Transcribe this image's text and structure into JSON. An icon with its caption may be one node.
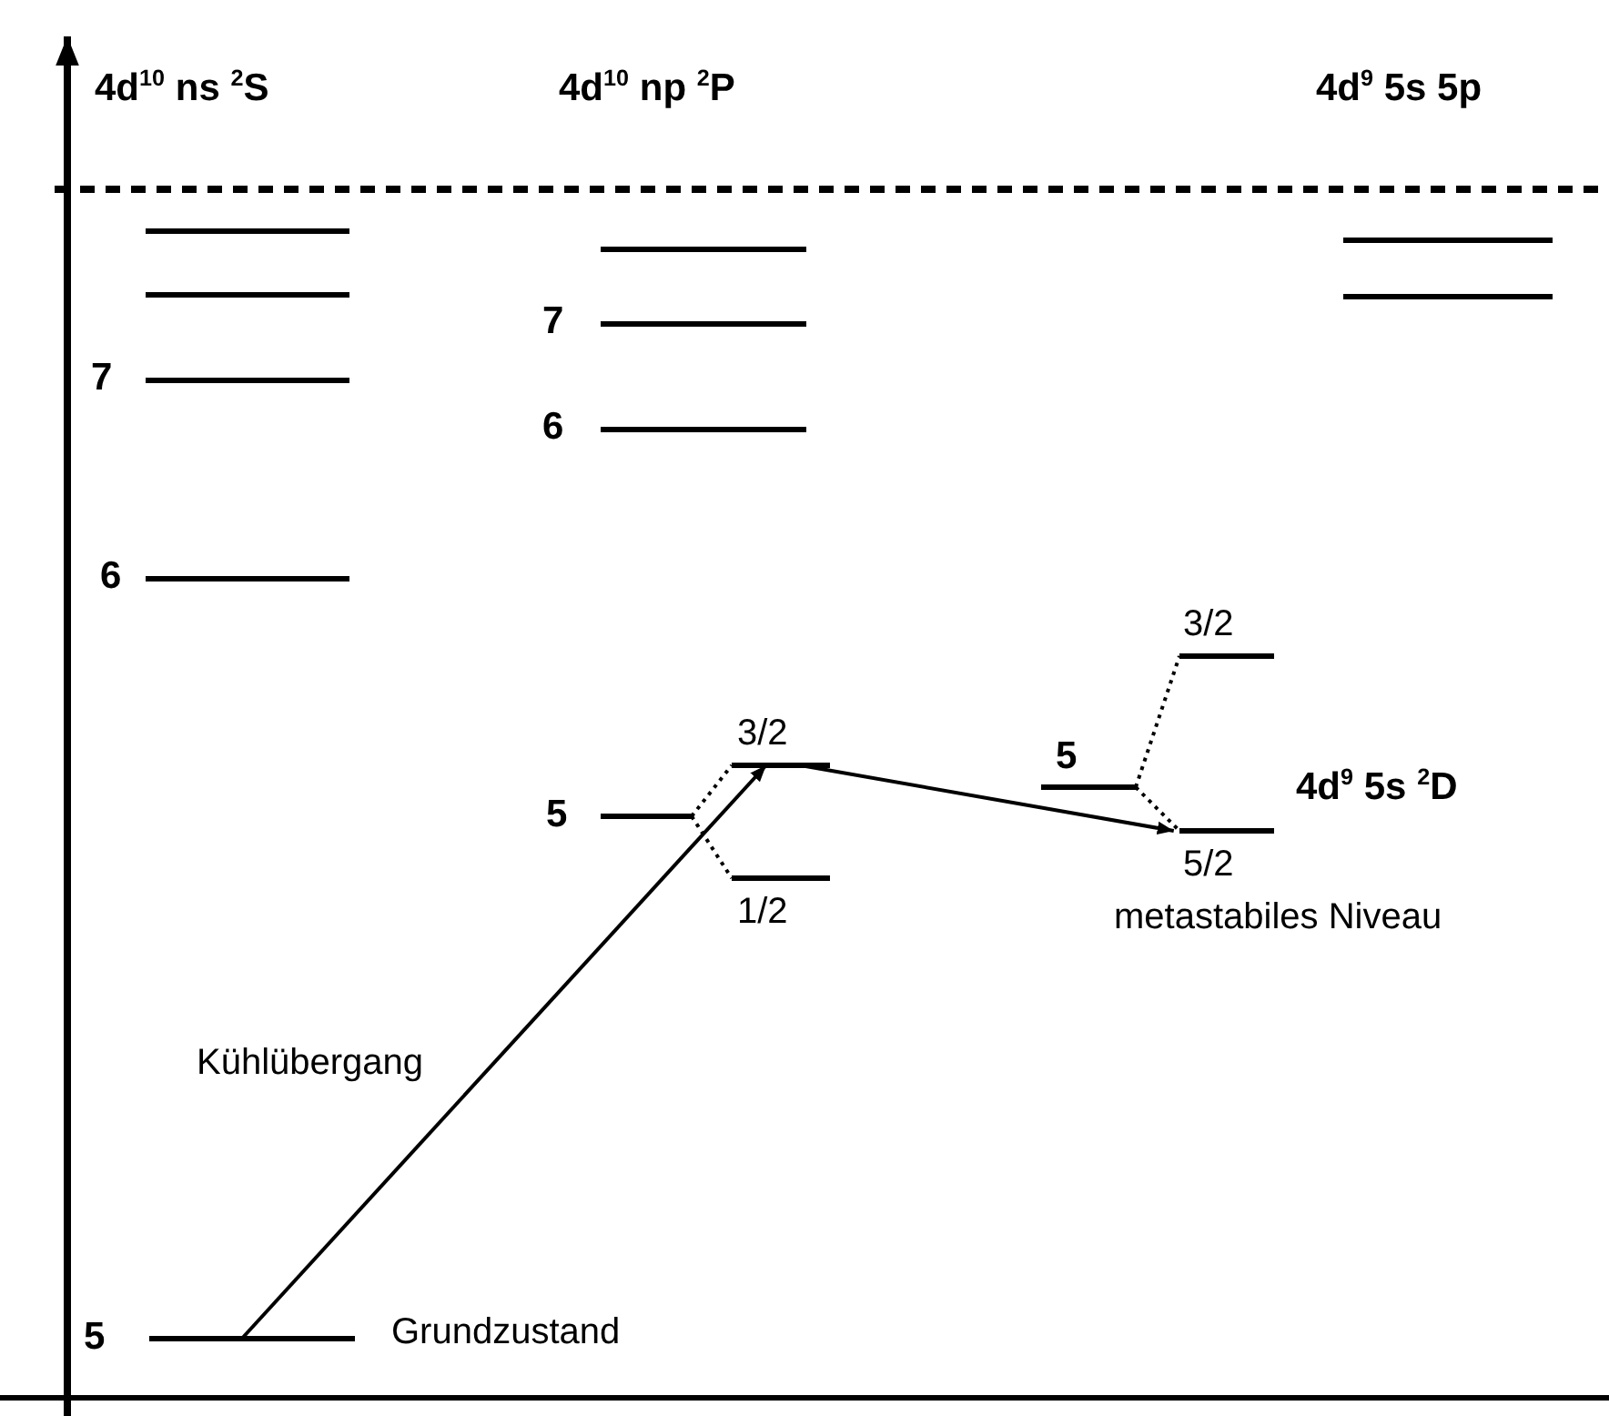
{
  "diagram": {
    "nodes": [
      {
        "text": [
          "5"
        ],
        "beside": [
          "Grundzustand"
        ]
      },
      {
        "text": [
          "5"
        ]
      },
      {
        "text": [
          "3/2"
        ]
      },
      {
        "text": [
          "1/2"
        ]
      },
      {
        "text": [
          "5"
        ]
      },
      {
        "text": [
          "3/2"
        ]
      },
      {
        "text": [
          "5/2"
        ],
        "beside": [
          "metastabiles Niveau"
        ]
      }
    ],
    "edges": [
      {
        "from": 0,
        "to": 2,
        "arrow": "to",
        "label": "Kühlübergang"
      },
      {
        "from": 2,
        "to": 6,
        "arrow": "to"
      },
      {
        "from": 1,
        "to": 2,
        "arrow": "none",
        "style": "dashed"
      },
      {
        "from": 1,
        "to": 3,
        "arrow": "none",
        "style": "dashed"
      },
      {
        "from": 4,
        "to": 5,
        "arrow": "none",
        "style": "dashed"
      },
      {
        "from": 4,
        "to": 6,
        "arrow": "none",
        "style": "dashed"
      }
    ],
    "labels": [
      "4d$^{10}$ ns $^{2}$S",
      "4d$^{10}$ np $^{2}$P",
      "4d$^{9}$ 5s 5p",
      "7",
      "7",
      "6",
      "6",
      "4d$^{9}$ 5s $^{2}$D"
    ]
  }
}
